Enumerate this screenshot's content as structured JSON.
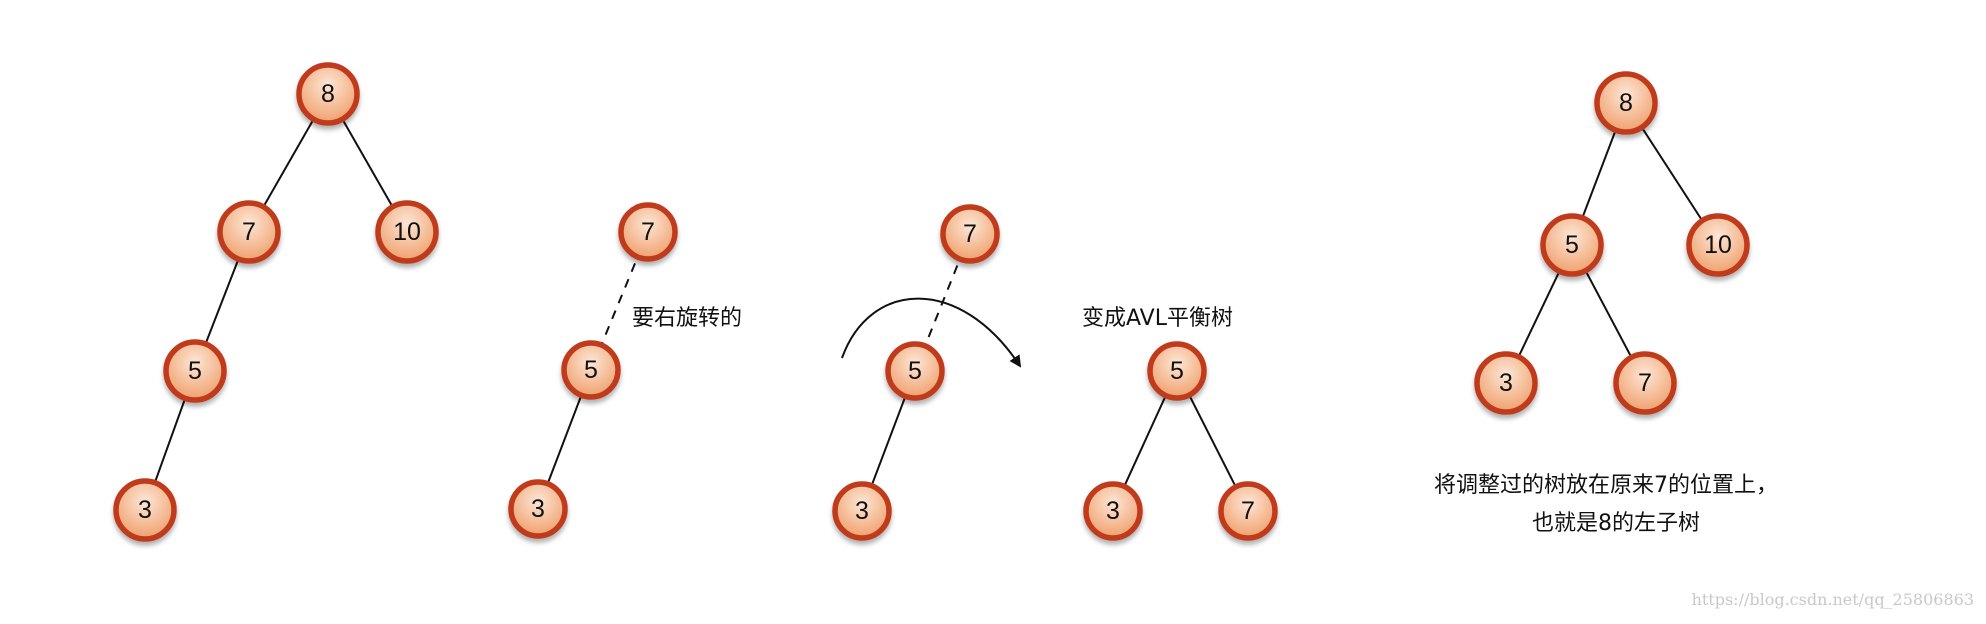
{
  "colors": {
    "node_border": "#bf3a1c",
    "node_fill_light": "#fde6d6",
    "node_fill_dark": "#efa06c",
    "edge": "#111111"
  },
  "tree1": {
    "root": "8",
    "left": "7",
    "right": "10",
    "left_left": "5",
    "left_left_left": "3"
  },
  "tree2": {
    "top": "7",
    "middle": "5",
    "bottom": "3",
    "caption": "要右旋转的"
  },
  "tree3": {
    "top": "7",
    "middle": "5",
    "bottom": "3"
  },
  "tree4": {
    "caption": "变成AVL平衡树",
    "root": "5",
    "left": "3",
    "right": "7"
  },
  "tree5": {
    "root": "8",
    "left": "5",
    "right": "10",
    "left_left": "3",
    "left_right": "7",
    "caption_line1": "将调整过的树放在原来7的位置上，",
    "caption_line2": "也就是8的左子树"
  },
  "watermark": "https://blog.csdn.net/qq_25806863"
}
